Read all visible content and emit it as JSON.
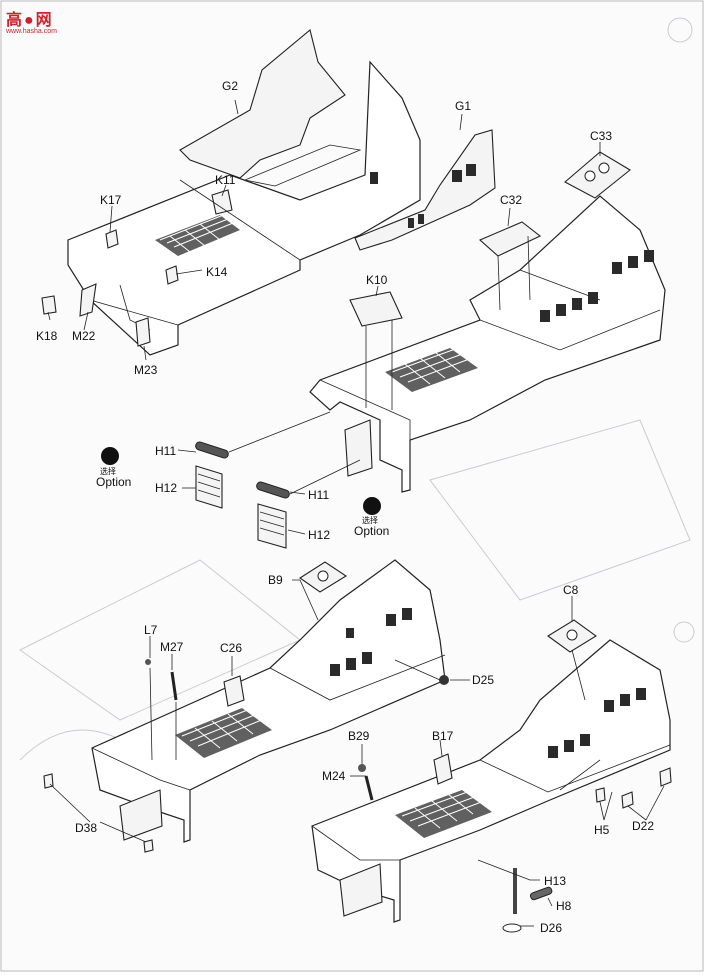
{
  "watermark": {
    "title": "高●网",
    "subtitle": "www.hasha.com",
    "color": "#d21f2b"
  },
  "option_note": {
    "icon": "question-icon",
    "cn": "选择",
    "en": "Option"
  },
  "labels": {
    "g2": "G2",
    "g1": "G1",
    "k11": "K11",
    "k17": "K17",
    "k14": "K14",
    "k18": "K18",
    "m22": "M22",
    "m23": "M23",
    "c33": "C33",
    "c32": "C32",
    "k10": "K10",
    "h11a": "H11",
    "h12a": "H12",
    "h11b": "H11",
    "h12b": "H12",
    "b9": "B9",
    "c8": "C8",
    "l7": "L7",
    "m27": "M27",
    "c26": "C26",
    "d25": "D25",
    "b29": "B29",
    "b17": "B17",
    "m24": "M24",
    "d38": "D38",
    "h5": "H5",
    "d22": "D22",
    "h13": "H13",
    "h8": "H8",
    "d26": "D26"
  }
}
